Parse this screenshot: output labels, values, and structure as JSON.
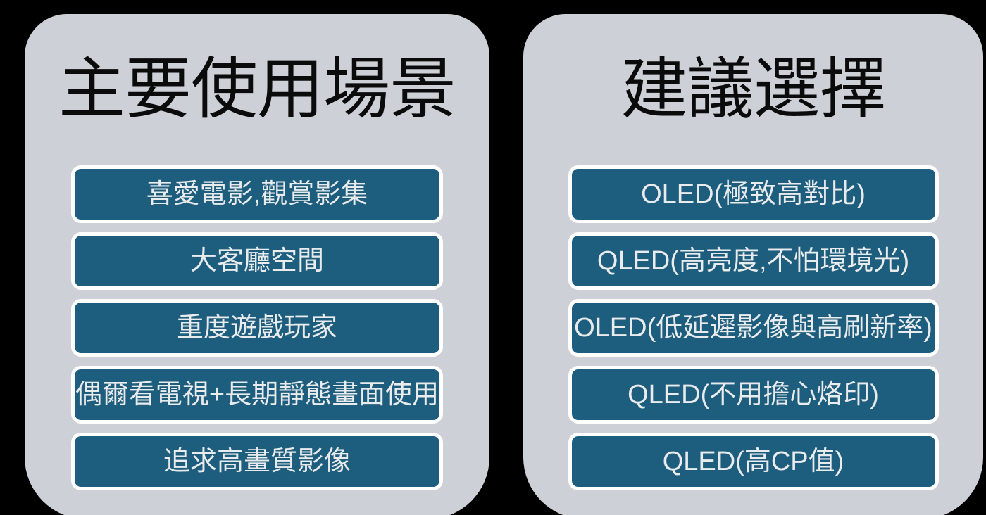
{
  "colors": {
    "background": "#000000",
    "panel_bg": "#CDD1D7",
    "pill_bg": "#1D5D7D",
    "pill_border": "#FFFFFF",
    "pill_text": "#E9EBED",
    "title_text": "#0B0B0B"
  },
  "left_panel": {
    "title": "主要使用場景",
    "items": [
      {
        "label": "喜愛電影,觀賞影集"
      },
      {
        "label": "大客廳空間"
      },
      {
        "label": "重度遊戲玩家"
      },
      {
        "label": "偶爾看電視+長期靜態畫面使用"
      },
      {
        "label": "追求高畫質影像"
      }
    ]
  },
  "right_panel": {
    "title": "建議選擇",
    "items": [
      {
        "label": "OLED(極致高對比)"
      },
      {
        "label": "QLED(高亮度,不怕環境光)"
      },
      {
        "label": "OLED(低延遲影像與高刷新率)"
      },
      {
        "label": "QLED(不用擔心烙印)"
      },
      {
        "label": "QLED(高CP值)"
      }
    ]
  }
}
